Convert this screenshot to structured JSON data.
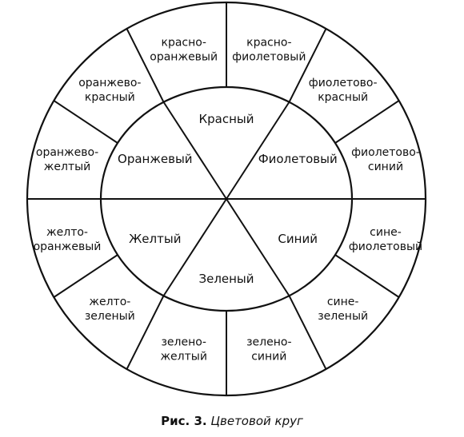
{
  "inner_sectors": [
    {
      "name": "primary-red",
      "label": "Красный"
    },
    {
      "name": "secondary-violet",
      "label": "Фиолетовый"
    },
    {
      "name": "primary-blue",
      "label": "Синий"
    },
    {
      "name": "secondary-green",
      "label": "Зеленый"
    },
    {
      "name": "primary-yellow",
      "label": "Желтый"
    },
    {
      "name": "secondary-orange",
      "label": "Оранжевый"
    }
  ],
  "outer_sectors": [
    {
      "name": "red-violet",
      "lines": [
        "красно-",
        "фиолетовый"
      ]
    },
    {
      "name": "violet-red",
      "lines": [
        "фиолетово-",
        "красный"
      ]
    },
    {
      "name": "violet-blue",
      "lines": [
        "фиолетово-",
        "синий"
      ]
    },
    {
      "name": "blue-violet",
      "lines": [
        "сине-",
        "фиолетовый"
      ]
    },
    {
      "name": "blue-green",
      "lines": [
        "сине-",
        "зеленый"
      ]
    },
    {
      "name": "green-blue",
      "lines": [
        "зелено-",
        "синий"
      ]
    },
    {
      "name": "green-yellow",
      "lines": [
        "зелено-",
        "желтый"
      ]
    },
    {
      "name": "yellow-green",
      "lines": [
        "желто-",
        "зеленый"
      ]
    },
    {
      "name": "yellow-orange",
      "lines": [
        "желто-",
        "оранжевый"
      ]
    },
    {
      "name": "orange-yellow",
      "lines": [
        "оранжево-",
        "желтый"
      ]
    },
    {
      "name": "orange-red",
      "lines": [
        "оранжево-",
        "красный"
      ]
    },
    {
      "name": "red-orange",
      "lines": [
        "красно-",
        "оранжевый"
      ]
    }
  ],
  "caption": {
    "prefix": "Рис. 3.",
    "title": "Цветовой круг"
  }
}
